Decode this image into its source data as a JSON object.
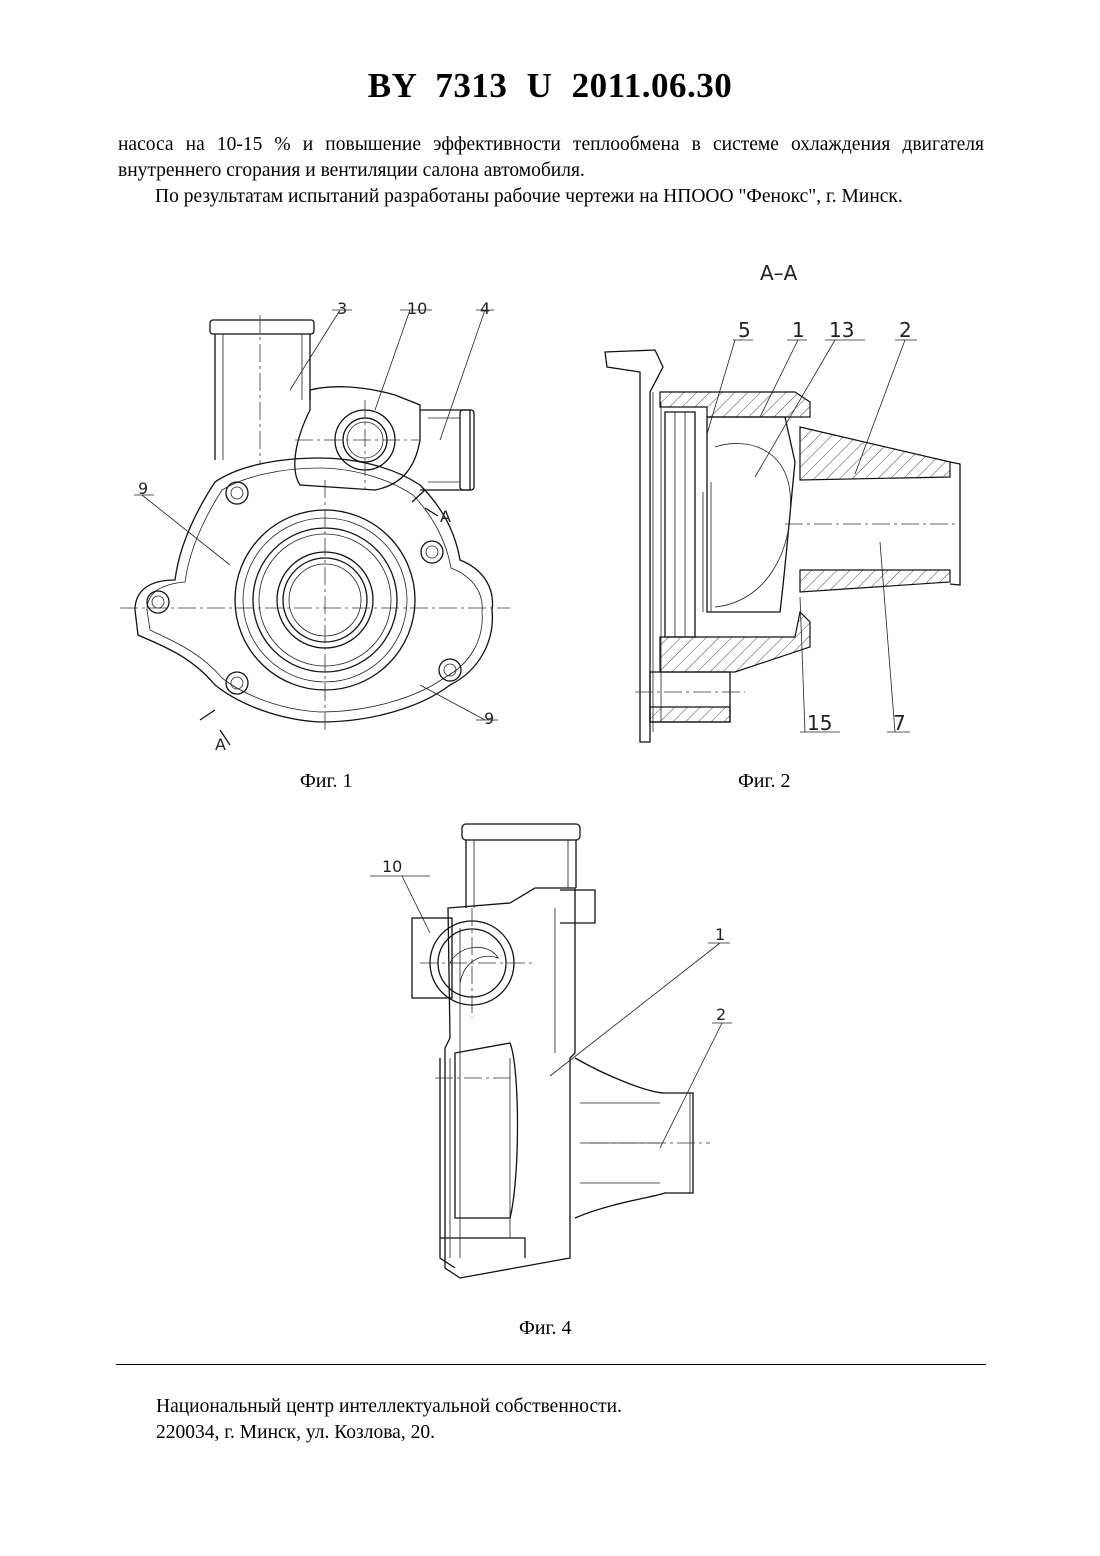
{
  "header": {
    "title": "BY  7313  U  2011.06.30"
  },
  "text": {
    "paragraph1": "насоса на 10-15 % и повышение эффективности теплообмена в системе охлаждения двигателя внутреннего сгорания и вентиляции салона автомобиля.",
    "paragraph2": "По результатам испытаний разработаны рабочие чертежи на НПООО \"Фенокс\", г. Минск."
  },
  "figures": {
    "fig1": {
      "caption": "Фиг. 1",
      "labels": {
        "l3": "3",
        "l10": "10",
        "l4": "4",
        "l9a": "9",
        "l9b": "9",
        "sectionA1": "А",
        "sectionA2": "А"
      }
    },
    "fig2": {
      "caption": "Фиг. 2",
      "section_title": "А–А",
      "labels": {
        "l5": "5",
        "l1": "1",
        "l13": "13",
        "l2": "2",
        "l15": "15",
        "l7": "7"
      }
    },
    "fig4": {
      "caption": "Фиг. 4",
      "labels": {
        "l10": "10",
        "l1": "1",
        "l2": "2"
      }
    }
  },
  "footer": {
    "line1": "Национальный центр интеллектуальной собственности.",
    "line2": "220034, г. Минск, ул. Козлова, 20."
  }
}
